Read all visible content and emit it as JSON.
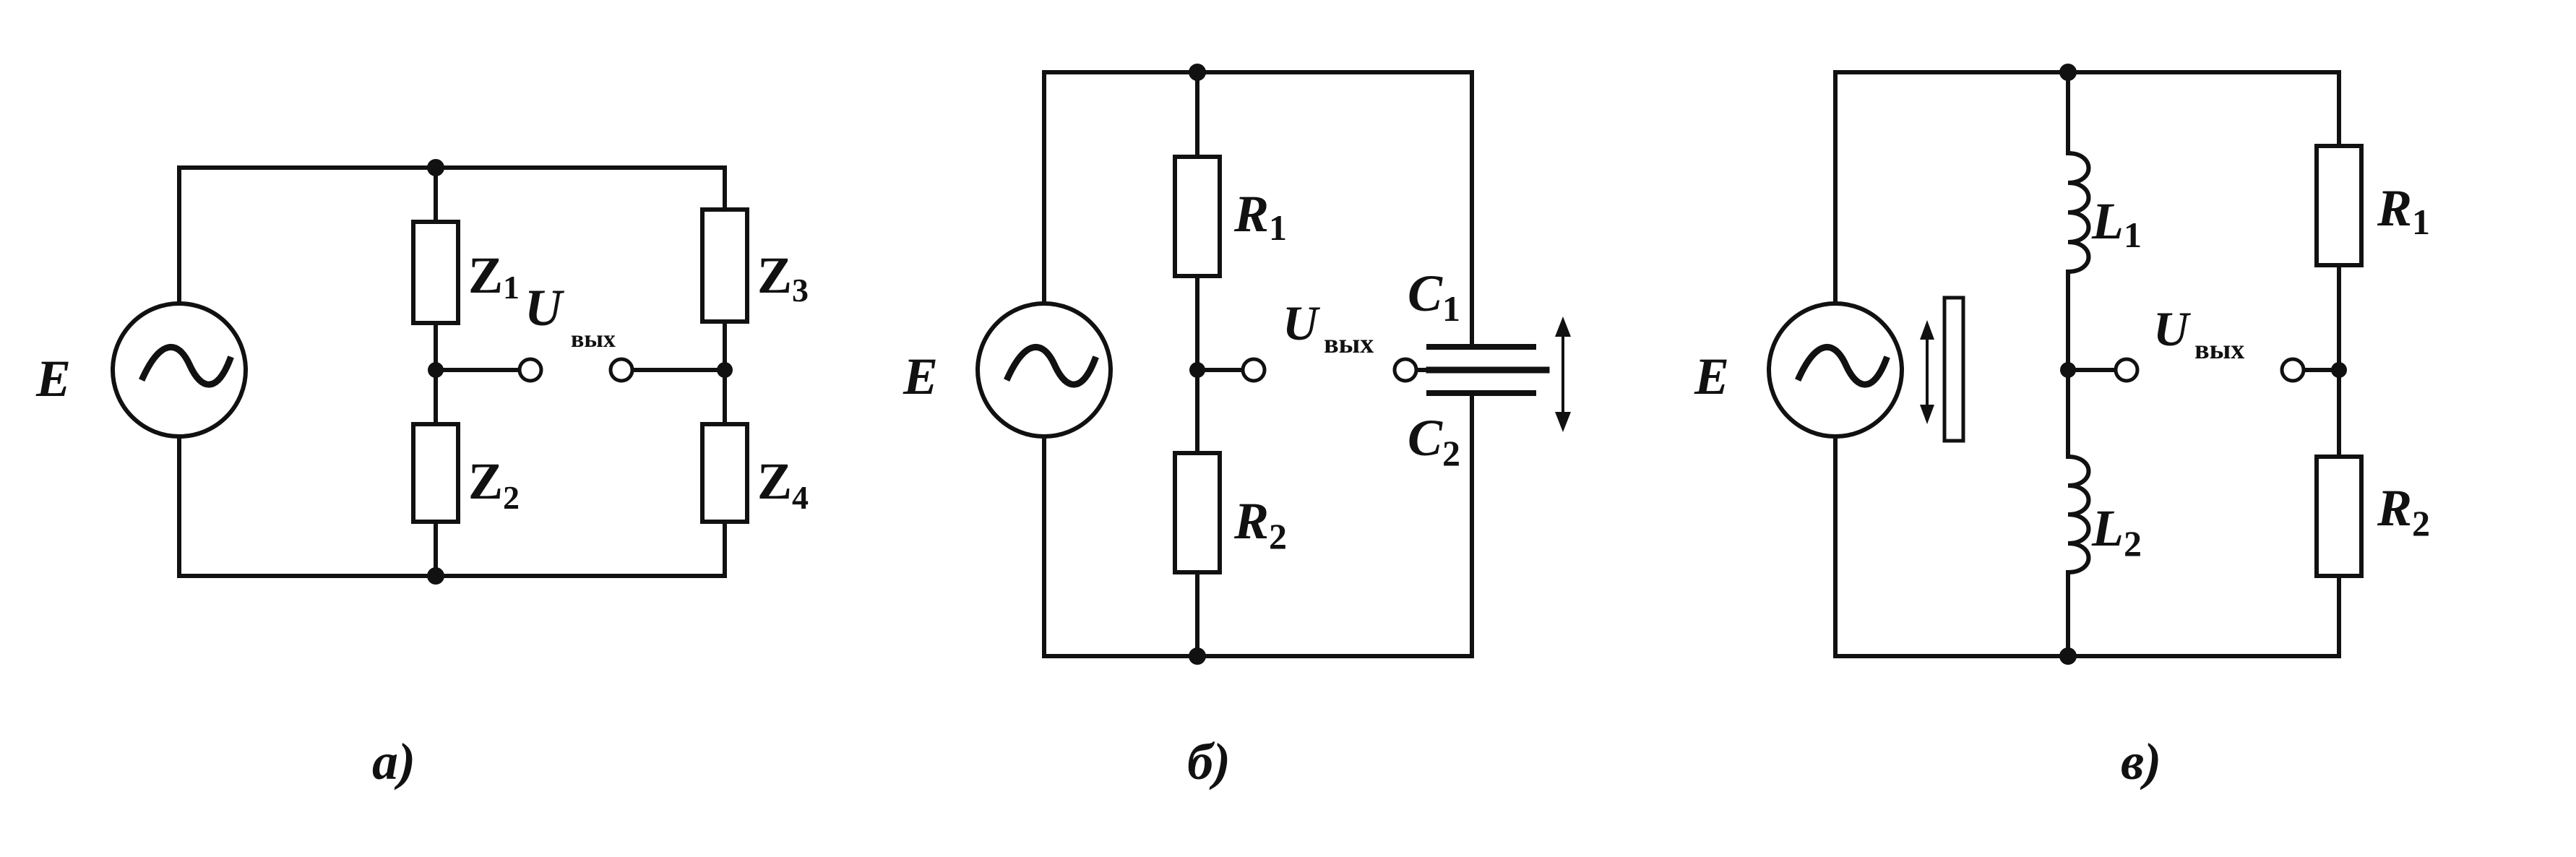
{
  "circuits": {
    "a": {
      "caption": "а)",
      "source": "E",
      "z1": {
        "letter": "Z",
        "index": "1"
      },
      "z2": {
        "letter": "Z",
        "index": "2"
      },
      "z3": {
        "letter": "Z",
        "index": "3"
      },
      "z4": {
        "letter": "Z",
        "index": "4"
      },
      "output": {
        "letter": "U",
        "sub": "вых"
      }
    },
    "b": {
      "caption": "б)",
      "source": "E",
      "r1": {
        "letter": "R",
        "index": "1"
      },
      "r2": {
        "letter": "R",
        "index": "2"
      },
      "c1": {
        "letter": "C",
        "index": "1"
      },
      "c2": {
        "letter": "C",
        "index": "2"
      },
      "output": {
        "letter": "U",
        "sub": "вых"
      }
    },
    "c": {
      "caption": "в)",
      "source": "E",
      "l1": {
        "letter": "L",
        "index": "1"
      },
      "l2": {
        "letter": "L",
        "index": "2"
      },
      "r1": {
        "letter": "R",
        "index": "1"
      },
      "r2": {
        "letter": "R",
        "index": "2"
      },
      "output": {
        "letter": "U",
        "sub": "вых"
      }
    }
  },
  "colors": {
    "ink": "#111111",
    "paper": "#ffffff"
  }
}
